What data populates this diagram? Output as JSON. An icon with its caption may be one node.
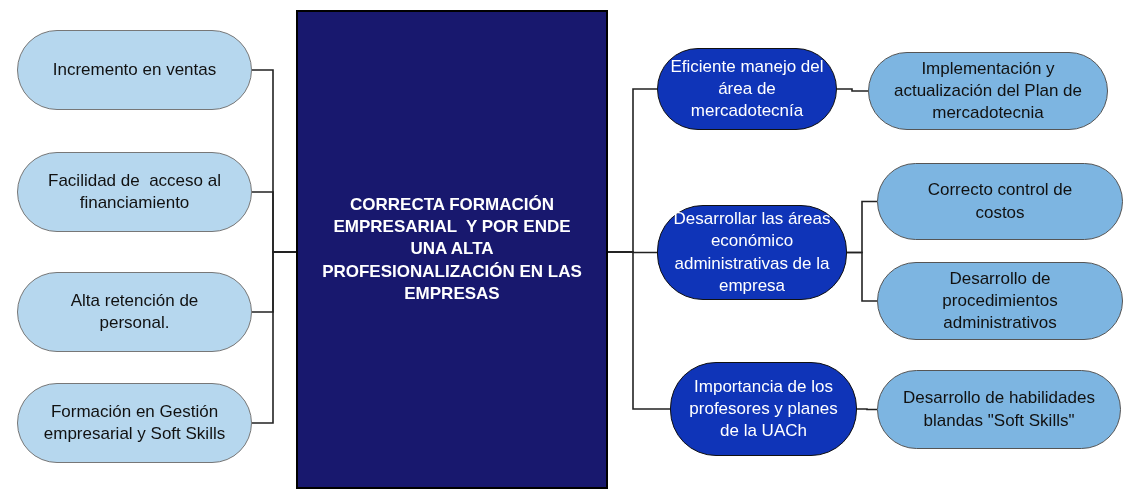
{
  "diagram": {
    "nodes": [
      {
        "text": [
          "CORRECTA FORMACIÓN EMPRESARIAL  Y POR ENDE UNA ALTA PROFESIONALIZACIÓN EN LAS EMPRESAS"
        ]
      },
      {
        "text": [
          "Incremento en ventas"
        ]
      },
      {
        "text": [
          "Facilidad de  acceso al financiamiento"
        ]
      },
      {
        "text": [
          "Alta retención de personal."
        ]
      },
      {
        "text": [
          "Formación en Gestión empresarial y Soft Skills"
        ]
      },
      {
        "text": [
          "Eficiente manejo del área de mercadotecnía"
        ]
      },
      {
        "text": [
          "Desarrollar las áreas económico administrativas de la empresa"
        ]
      },
      {
        "text": [
          "Importancia de los profesores y planes de la UACh"
        ]
      },
      {
        "text": [
          "Implementación y actualización del Plan de mercadotecnia"
        ]
      },
      {
        "text": [
          "Correcto control de costos"
        ]
      },
      {
        "text": [
          "Desarrollo de procedimientos administrativos"
        ]
      },
      {
        "text": [
          "Desarrollo de habilidades blandas \"Soft Skills\""
        ]
      }
    ],
    "edges": [
      {
        "from": 0,
        "to": 1,
        "arrow": "none"
      },
      {
        "from": 0,
        "to": 2,
        "arrow": "none"
      },
      {
        "from": 0,
        "to": 3,
        "arrow": "none"
      },
      {
        "from": 0,
        "to": 4,
        "arrow": "none"
      },
      {
        "from": 0,
        "to": 5,
        "arrow": "none"
      },
      {
        "from": 0,
        "to": 6,
        "arrow": "none"
      },
      {
        "from": 0,
        "to": 7,
        "arrow": "none"
      },
      {
        "from": 5,
        "to": 8,
        "arrow": "none"
      },
      {
        "from": 6,
        "to": 9,
        "arrow": "none"
      },
      {
        "from": 6,
        "to": 10,
        "arrow": "none"
      },
      {
        "from": 7,
        "to": 11,
        "arrow": "none"
      }
    ]
  }
}
